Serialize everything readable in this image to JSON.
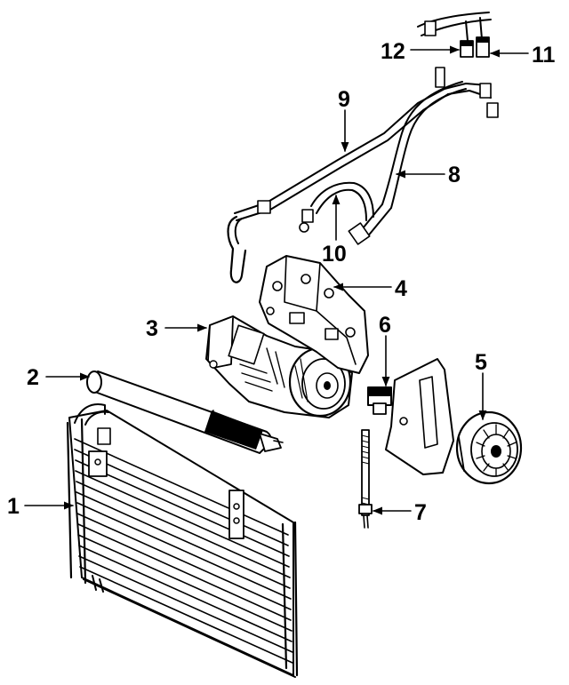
{
  "diagram": {
    "type": "exploded-parts-diagram",
    "background_color": "#ffffff",
    "ink_color": "#000000",
    "callouts": [
      {
        "id": "1",
        "label": "1",
        "part": "condenser"
      },
      {
        "id": "2",
        "label": "2",
        "part": "receiver-drier"
      },
      {
        "id": "3",
        "label": "3",
        "part": "compressor"
      },
      {
        "id": "4",
        "label": "4",
        "part": "compressor-mounting-bracket"
      },
      {
        "id": "5",
        "label": "5",
        "part": "idler-pulley"
      },
      {
        "id": "6",
        "label": "6",
        "part": "pressure-switch"
      },
      {
        "id": "7",
        "label": "7",
        "part": "stud-bolt"
      },
      {
        "id": "8",
        "label": "8",
        "part": "discharge-hose"
      },
      {
        "id": "9",
        "label": "9",
        "part": "liquid-line"
      },
      {
        "id": "10",
        "label": "10",
        "part": "suction-hose"
      },
      {
        "id": "11",
        "label": "11",
        "part": "pressure-switch"
      },
      {
        "id": "12",
        "label": "12",
        "part": "pressure-switch"
      }
    ]
  }
}
